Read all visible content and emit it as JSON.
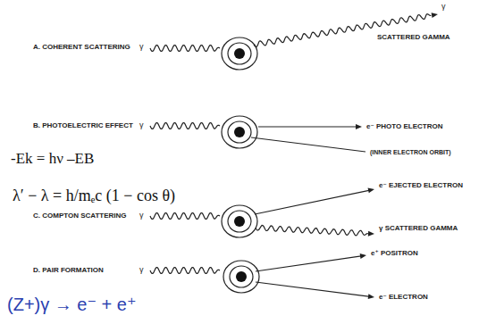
{
  "diagram": {
    "labels": [
      "A. COHERENT SCATTERING",
      "γ",
      "γ",
      "SCATTERED GAMMA",
      "B. PHOTOELECTRIC EFFECT",
      "γ",
      "e⁻ PHOTO ELECTRON",
      "(INNER ELECTRON ORBIT)",
      "-Ek = hν –EB",
      "C. COMPTON SCATTERING",
      "γ",
      "e⁻ EJECTED ELECTRON",
      "γ SCATTERED GAMMA",
      "λ′ − λ = h/mₑc (1 − cos θ)",
      "D. PAIR FORMATION",
      "γ",
      "e⁺ POSITRON",
      "e⁻ ELECTRON",
      "(Z+)γ → e⁻ + e⁺"
    ]
  }
}
